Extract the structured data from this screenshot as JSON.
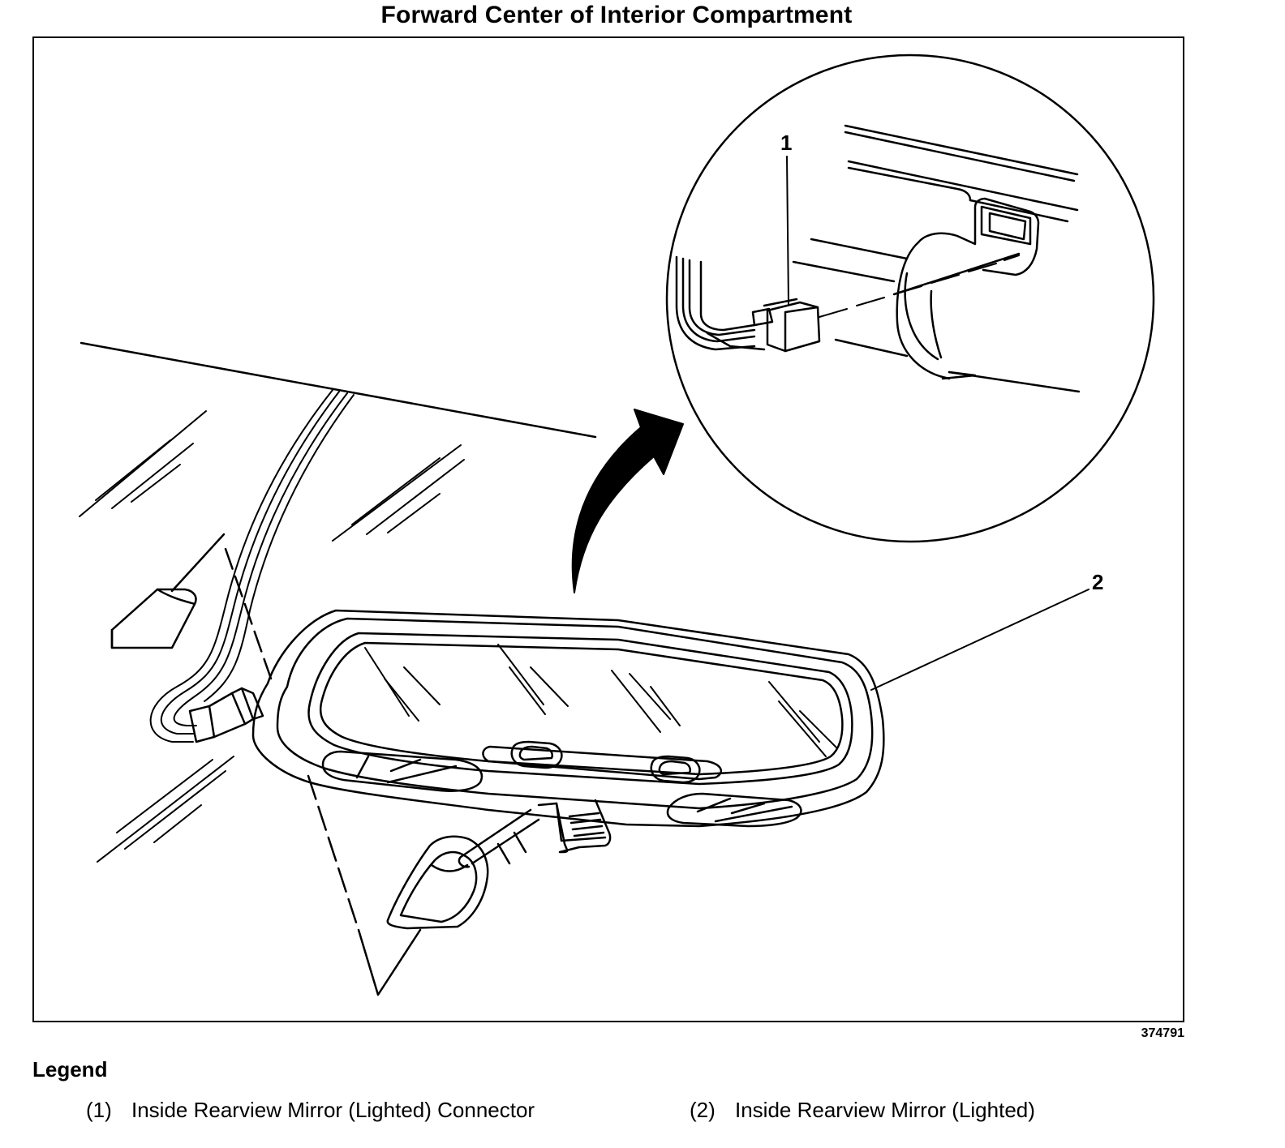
{
  "diagram": {
    "title": "Forward Center of Interior Compartment",
    "figure_id": "374791",
    "callouts": [
      {
        "number": "1",
        "label": "Inside Rearview Mirror (Lighted) Connector"
      },
      {
        "number": "2",
        "label": "Inside Rearview Mirror (Lighted)"
      }
    ]
  },
  "legend": {
    "heading": "Legend",
    "items": [
      {
        "number": "(1)",
        "label": "Inside Rearview Mirror (Lighted) Connector"
      },
      {
        "number": "(2)",
        "label": "Inside Rearview Mirror (Lighted)"
      }
    ]
  }
}
